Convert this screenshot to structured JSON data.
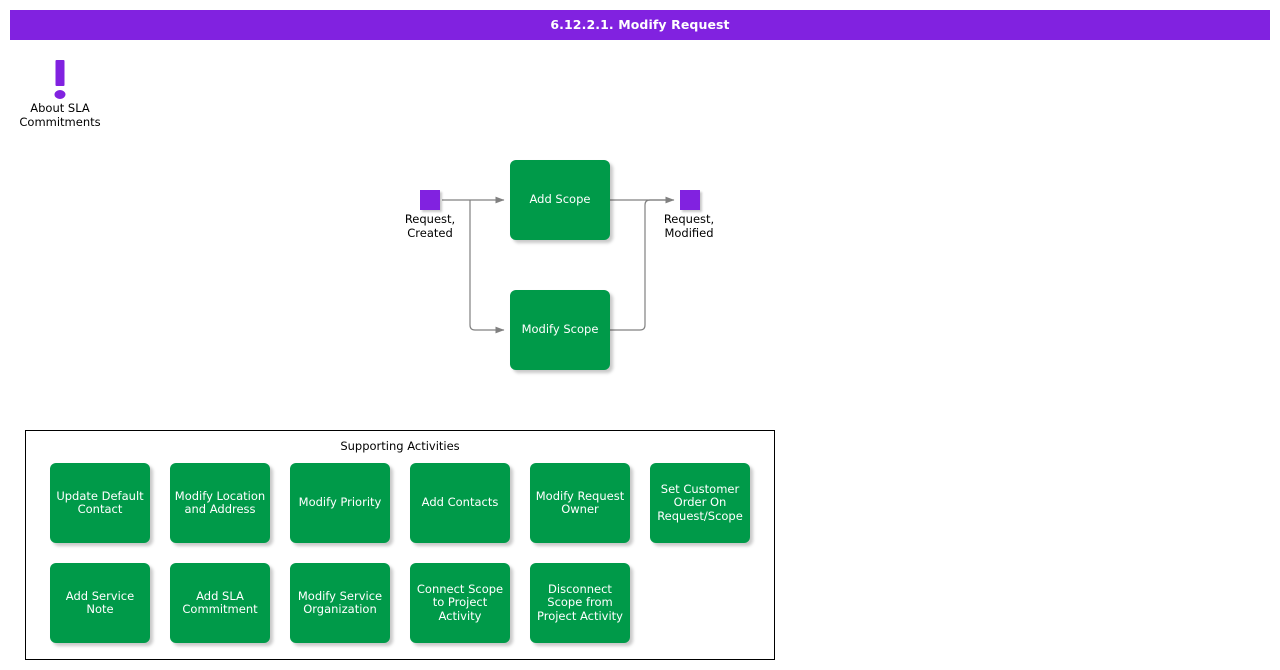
{
  "header": {
    "title": "6.12.2.1. Modify Request",
    "background_color": "#8122e0",
    "text_color": "#ffffff"
  },
  "note": {
    "icon": "exclamation-icon",
    "label": "About SLA\nCommitments",
    "color": "#8122e0"
  },
  "flow": {
    "start_event": {
      "label": "Request,\nCreated",
      "color": "#8122e0"
    },
    "end_event": {
      "label": "Request,\nModified",
      "color": "#8122e0"
    },
    "nodes": [
      {
        "id": "add-scope",
        "label": "Add Scope",
        "color": "#009a49"
      },
      {
        "id": "modify-scope",
        "label": "Modify Scope",
        "color": "#009a49"
      }
    ],
    "connector_color": "#808080"
  },
  "supporting": {
    "title": "Supporting Activities",
    "border_color": "#000000",
    "box_color": "#009a49",
    "rows": [
      [
        {
          "label": "Update Default\nContact"
        },
        {
          "label": "Modify Location\nand Address"
        },
        {
          "label": "Modify Priority"
        },
        {
          "label": "Add Contacts"
        },
        {
          "label": "Modify Request\nOwner"
        },
        {
          "label": "Set Customer\nOrder On\nRequest/Scope"
        }
      ],
      [
        {
          "label": "Add Service\nNote"
        },
        {
          "label": "Add SLA\nCommitment"
        },
        {
          "label": "Modify Service\nOrganization"
        },
        {
          "label": "Connect Scope\nto Project\nActivity"
        },
        {
          "label": "Disconnect\nScope from\nProject Activity"
        }
      ]
    ]
  }
}
